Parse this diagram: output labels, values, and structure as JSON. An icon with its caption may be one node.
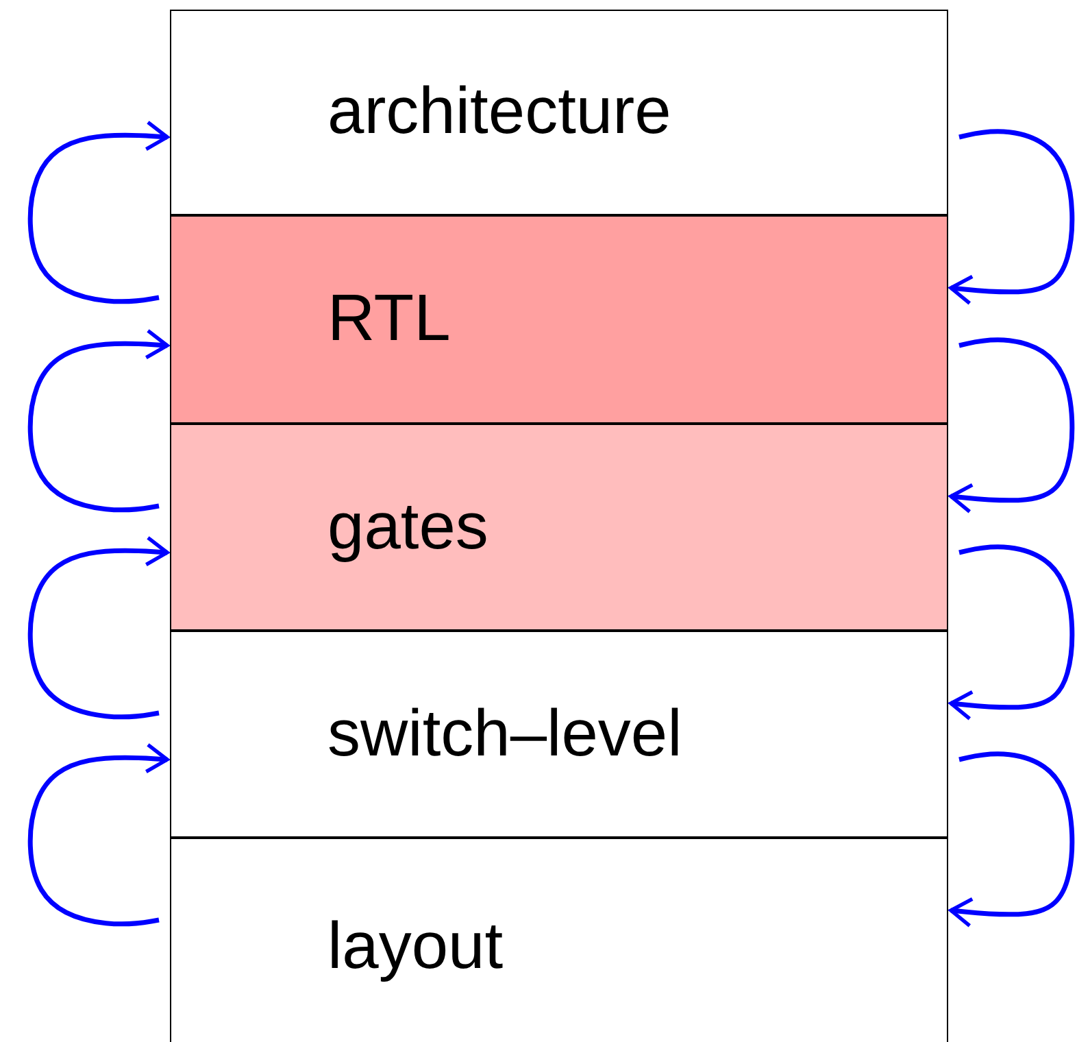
{
  "diagram": {
    "nodes": [
      {
        "text": [
          "architecture"
        ]
      },
      {
        "text": [
          "RTL"
        ]
      },
      {
        "text": [
          "gates"
        ]
      },
      {
        "text": [
          "switch–level"
        ]
      },
      {
        "text": [
          "layout"
        ]
      }
    ],
    "edges": [
      {
        "from": 1,
        "to": 0,
        "arrow": "to"
      },
      {
        "from": 2,
        "to": 1,
        "arrow": "to"
      },
      {
        "from": 3,
        "to": 2,
        "arrow": "to"
      },
      {
        "from": 4,
        "to": 3,
        "arrow": "to"
      },
      {
        "from": 0,
        "to": 1,
        "arrow": "to"
      },
      {
        "from": 1,
        "to": 2,
        "arrow": "to"
      },
      {
        "from": 2,
        "to": 3,
        "arrow": "to"
      },
      {
        "from": 3,
        "to": 4,
        "arrow": "to"
      }
    ]
  }
}
